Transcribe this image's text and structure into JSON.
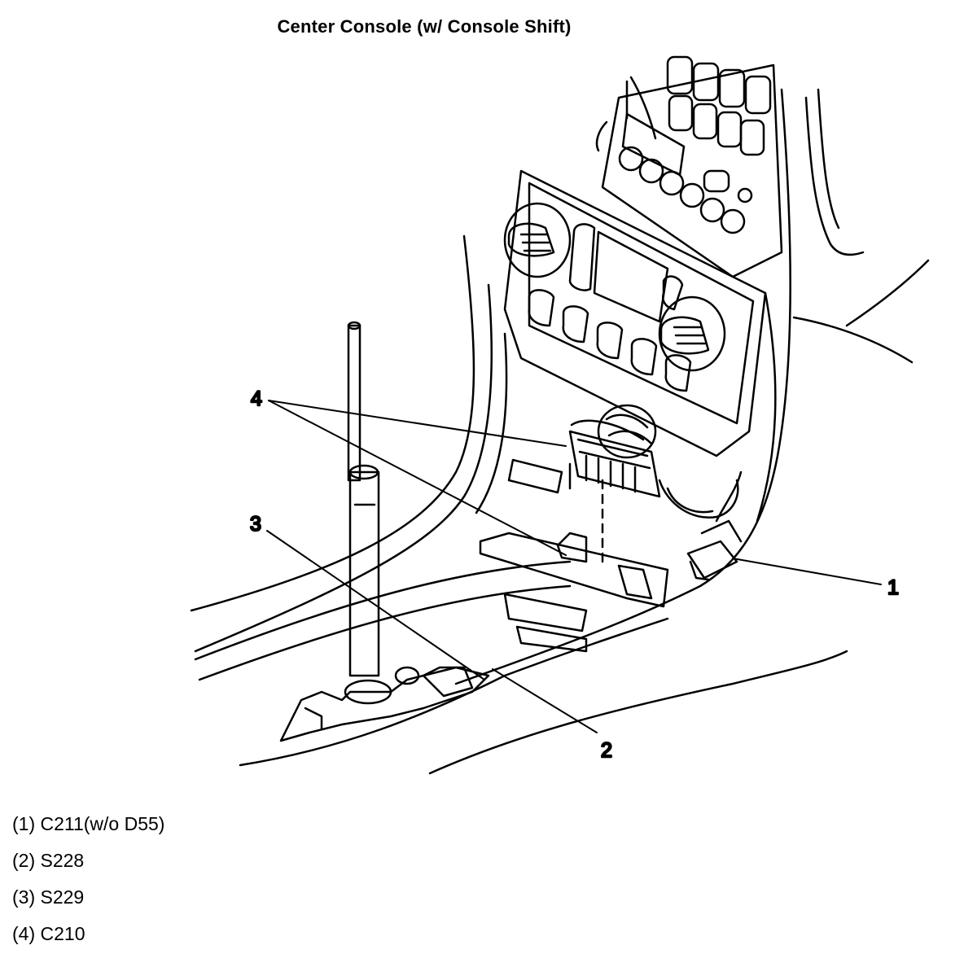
{
  "title": "Center Console (w/ Console Shift)",
  "callouts": [
    {
      "number": "1",
      "component": "C211(w/o D55)"
    },
    {
      "number": "2",
      "component": "S228"
    },
    {
      "number": "3",
      "component": "S229"
    },
    {
      "number": "4",
      "component": "C210"
    }
  ],
  "legend": [
    "(1) C211(w/o D55)",
    "(2) S228",
    "(3) S229",
    "(4) C210"
  ]
}
